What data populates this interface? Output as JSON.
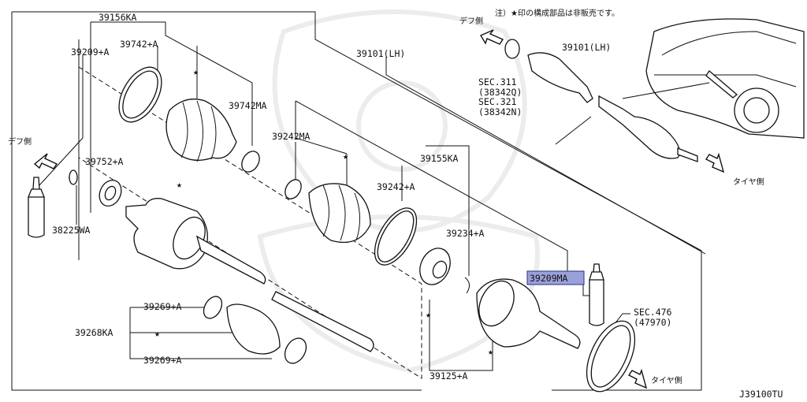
{
  "header_note": "注）★印の構成部品は非販売です。",
  "diagram_code": "J39100TU",
  "side_labels": {
    "diff_left": "デフ側",
    "diff_right": "デフ側",
    "tire_bottom": "タイヤ側",
    "tire_right": "タイヤ側"
  },
  "parts": {
    "p39156KA": "39156KA",
    "p39742A": "39742+A",
    "p39209A": "39209+A",
    "p39742MA": "39742MA",
    "p39101LH_main": "39101(LH)",
    "p39101LH_inset": "39101(LH)",
    "p39752A": "39752+A",
    "p38225WA": "38225WA",
    "p39242MA": "39242MA",
    "p39242A": "39242+A",
    "p39155KA": "39155KA",
    "p39234A": "39234+A",
    "p39209MA": "39209MA",
    "p39269A_top": "39269+A",
    "p39268KA": "39268KA",
    "p39269A_bottom": "39269+A",
    "p39125A": "39125+A",
    "sec476": "SEC.476",
    "sec476_ref": "(47970)",
    "sec311": "SEC.311",
    "sec311_ref": "(38342Q)",
    "sec321": "SEC.321",
    "sec321_ref": "(38342N)"
  },
  "highlight_color": "#9aa0d8"
}
